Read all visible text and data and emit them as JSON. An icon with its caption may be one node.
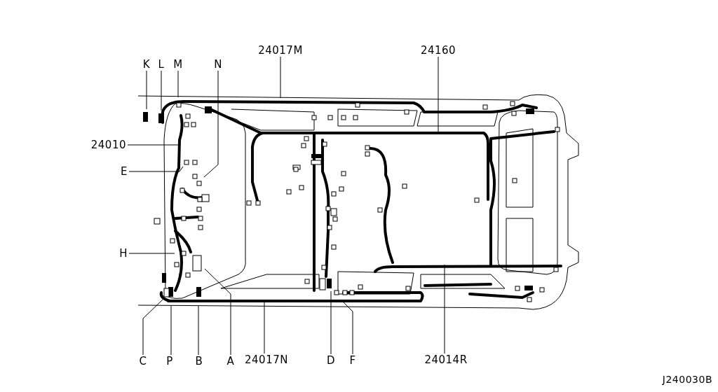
{
  "diagram": {
    "nodes": [
      {
        "text": [
          "K"
        ]
      },
      {
        "text": [
          "L"
        ]
      },
      {
        "text": [
          "M"
        ]
      },
      {
        "text": [
          "N"
        ]
      },
      {
        "text": [
          "24017M"
        ]
      },
      {
        "text": [
          "24160"
        ]
      },
      {
        "text": [
          "24010"
        ]
      },
      {
        "text": [
          "E"
        ]
      },
      {
        "text": [
          "H"
        ]
      },
      {
        "text": [
          "C"
        ]
      },
      {
        "text": [
          "P"
        ]
      },
      {
        "text": [
          "B"
        ]
      },
      {
        "text": [
          "A"
        ]
      },
      {
        "text": [
          "24017N"
        ]
      },
      {
        "text": [
          "D"
        ]
      },
      {
        "text": [
          "F"
        ]
      },
      {
        "text": [
          "24014R"
        ]
      }
    ],
    "edges": [
      {
        "from": 0,
        "to": null,
        "arrow": "none"
      },
      {
        "from": 1,
        "to": null,
        "arrow": "none"
      },
      {
        "from": 2,
        "to": null,
        "arrow": "none"
      },
      {
        "from": 3,
        "to": null,
        "arrow": "none"
      },
      {
        "from": 4,
        "to": null,
        "arrow": "none"
      },
      {
        "from": 5,
        "to": null,
        "arrow": "none"
      },
      {
        "from": 6,
        "to": null,
        "arrow": "none"
      },
      {
        "from": 7,
        "to": null,
        "arrow": "none"
      },
      {
        "from": 8,
        "to": null,
        "arrow": "none"
      },
      {
        "from": 9,
        "to": null,
        "arrow": "none"
      },
      {
        "from": 10,
        "to": null,
        "arrow": "none"
      },
      {
        "from": 11,
        "to": null,
        "arrow": "none"
      },
      {
        "from": 12,
        "to": null,
        "arrow": "none"
      },
      {
        "from": 13,
        "to": null,
        "arrow": "none"
      },
      {
        "from": 14,
        "to": null,
        "arrow": "none"
      },
      {
        "from": 15,
        "to": null,
        "arrow": "none"
      },
      {
        "from": 16,
        "to": null,
        "arrow": "none"
      }
    ],
    "labels": [
      "J240030B"
    ]
  }
}
